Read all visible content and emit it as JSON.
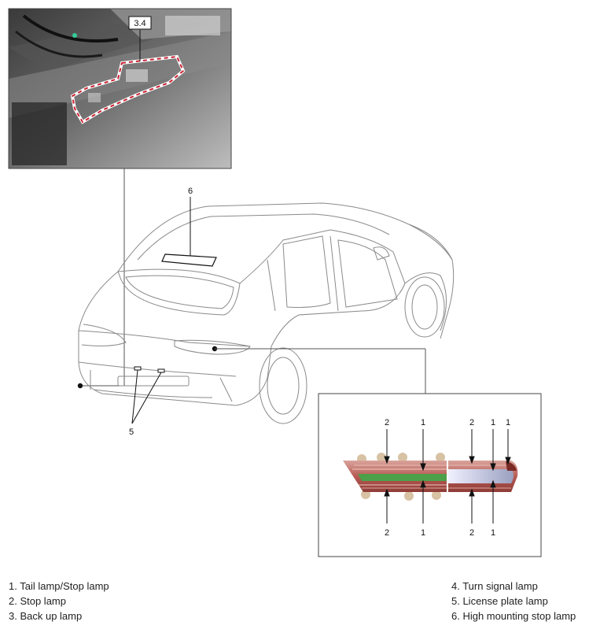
{
  "inset_label": "3.4",
  "callouts": {
    "high_mount": "6",
    "license": "5",
    "detail_top": [
      "2",
      "1",
      "2",
      "1",
      "1"
    ],
    "detail_bottom": [
      "2",
      "1",
      "2",
      "1"
    ]
  },
  "legend": {
    "left": [
      "1. Tail lamp/Stop lamp",
      "2. Stop lamp",
      "3. Back up lamp"
    ],
    "right": [
      "4. Turn signal lamp",
      "5. License plate lamp",
      "6. High mounting stop lamp"
    ]
  },
  "colors": {
    "line": "#555555",
    "dash_outline": "#cc2233",
    "lamp_red": "#b85c55",
    "lamp_green": "#4ca04a"
  }
}
